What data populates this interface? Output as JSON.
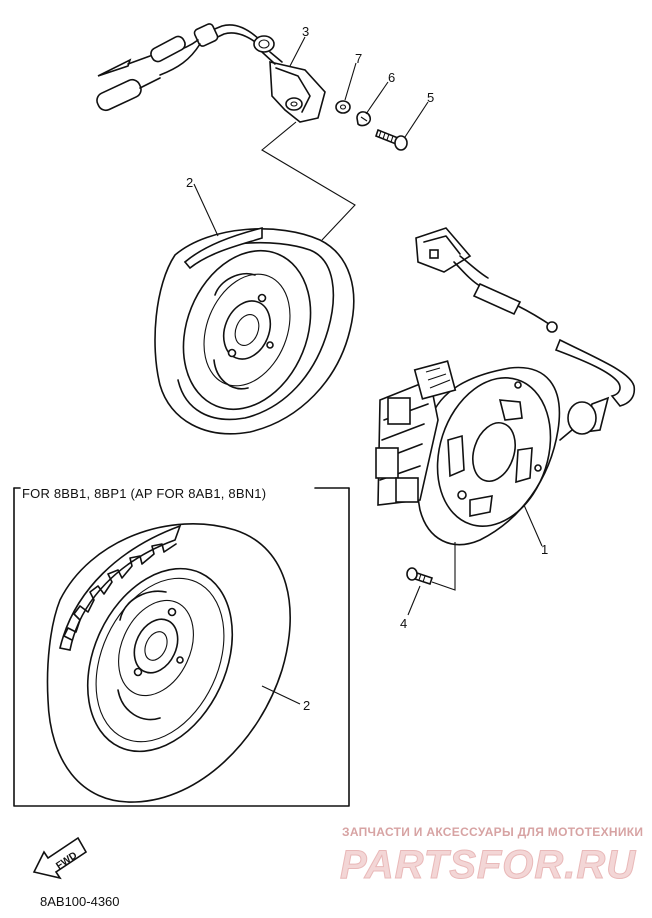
{
  "callouts": {
    "c1": "1",
    "c2a": "2",
    "c2b": "2",
    "c3": "3",
    "c4": "4",
    "c5": "5",
    "c6": "6",
    "c7": "7"
  },
  "inset_note": "FOR 8BB1, 8BP1 (AP FOR 8AB1, 8BN1)",
  "direction_arrow": "FWD",
  "diagram_code": "8AB100-4360",
  "watermark": {
    "tagline": "ЗАПЧАСТИ И АКСЕССУАРЫ ДЛЯ МОТОТЕХНИКИ",
    "brand": "PARTSFOR.RU",
    "color": "#e8a8a8"
  }
}
